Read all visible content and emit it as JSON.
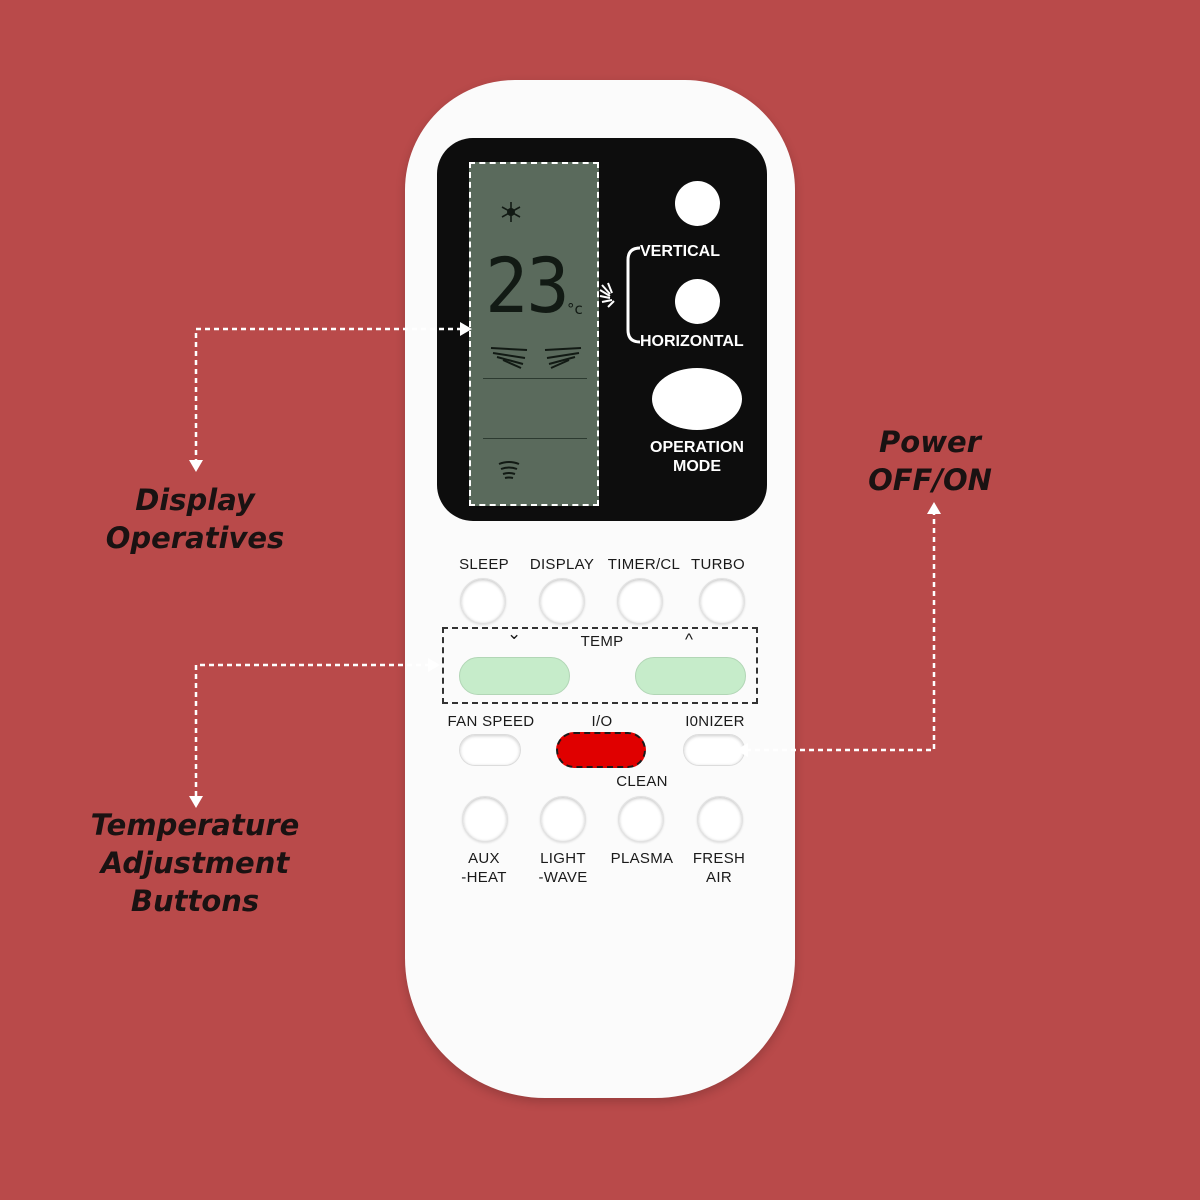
{
  "callouts": {
    "display": [
      "Display",
      "Operatives"
    ],
    "temperature": [
      "Temperature",
      "Adjustment",
      "Buttons"
    ],
    "power": [
      "Power",
      "OFF/ON"
    ]
  },
  "lcd": {
    "temperature": "23",
    "unit": "°c"
  },
  "panel": {
    "vertical_label": "VERTICAL",
    "horizontal_label": "HORIZONTAL",
    "operation_mode_label": [
      "OPERATION",
      "MODE"
    ]
  },
  "buttons_row1": [
    "SLEEP",
    "DISPLAY",
    "TIMER/CL",
    "TURBO"
  ],
  "temp": {
    "label": "TEMP",
    "down_symbol": "⌄",
    "up_symbol": "^"
  },
  "row3": {
    "fan_speed": "FAN SPEED",
    "power": "I/O",
    "ionizer": "I0NIZER",
    "clean": "CLEAN"
  },
  "buttons_row4": [
    [
      "AUX",
      "-HEAT"
    ],
    [
      "LIGHT",
      "-WAVE"
    ],
    [
      "PLASMA",
      ""
    ],
    [
      "FRESH",
      "AIR"
    ]
  ],
  "colors": {
    "background": "#b94a4a",
    "remote": "#fbfbfb",
    "lcd": "#5a6a5c",
    "temp_buttons": "#c6ecca",
    "power_button": "#e00000"
  }
}
